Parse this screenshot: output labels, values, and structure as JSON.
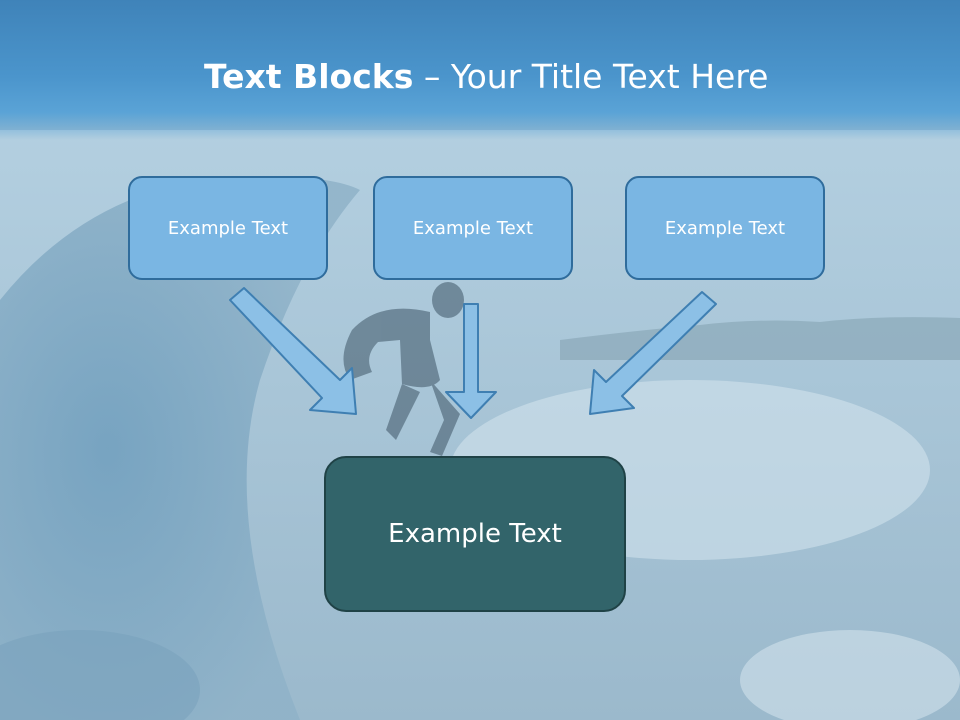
{
  "title": {
    "bold": "Text Blocks",
    "rest": " – Your Title Text Here"
  },
  "boxes": [
    "Example Text",
    "Example Text",
    "Example Text"
  ],
  "center_box": "Example Text",
  "colors": {
    "header": "#4a92c9",
    "box_fill": "#7ab6e3",
    "box_border": "#2f6c9c",
    "center_fill": "#32646a",
    "arrow": "#8cc0e6"
  }
}
